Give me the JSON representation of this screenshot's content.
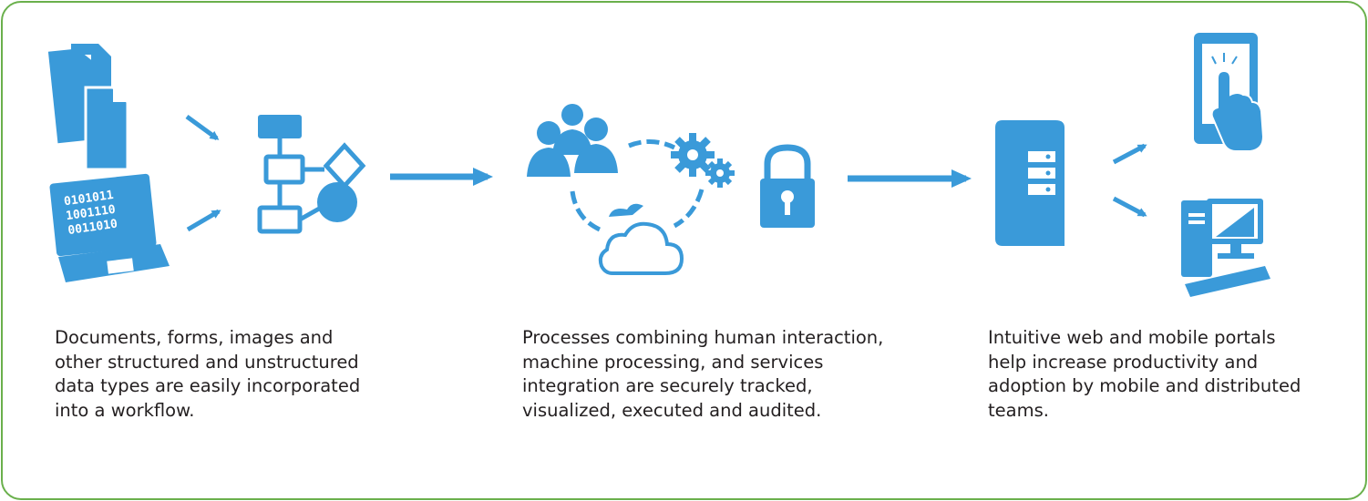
{
  "colors": {
    "icon": "#3a9ad9",
    "frame": "#6ab04c",
    "text": "#231f20"
  },
  "icons": {
    "stage1": [
      "documents-icon",
      "laptop-binary-icon",
      "flowchart-icon"
    ],
    "stage2": [
      "people-group-icon",
      "gears-icon",
      "cloud-icon",
      "padlock-icon"
    ],
    "stage3": [
      "server-icon",
      "tablet-touch-icon",
      "desktop-computer-icon"
    ]
  },
  "laptop_screen_text": [
    "0101011",
    "1001110",
    "0011010"
  ],
  "captions": [
    {
      "lines": [
        "Documents, forms, images and",
        "other structured and unstructured",
        "data types are easily incorporated",
        "into a workflow."
      ]
    },
    {
      "lines": [
        "Processes combining human interaction,",
        "machine processing, and services",
        "integration are securely tracked,",
        "visualized, executed and audited."
      ]
    },
    {
      "lines": [
        "Intuitive web and mobile portals",
        "help increase productivity and",
        "adoption by mobile and distributed",
        "teams."
      ]
    }
  ]
}
